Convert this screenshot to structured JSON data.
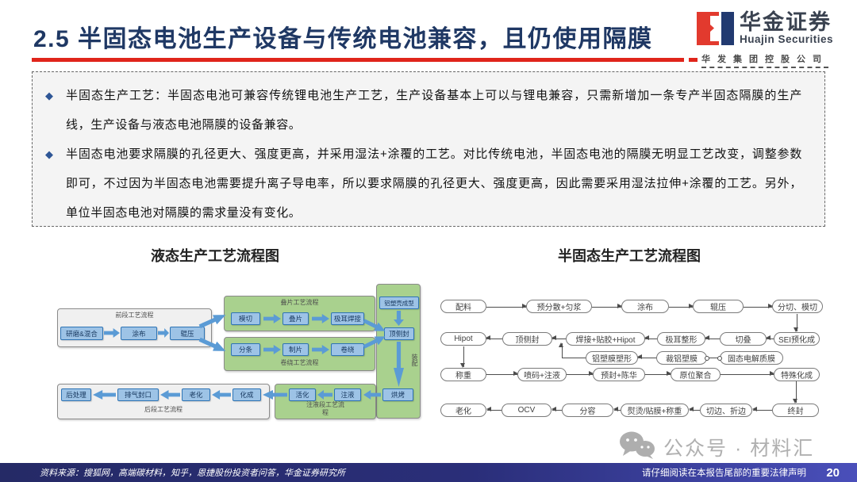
{
  "header": {
    "title": "2.5 半固态电池生产设备与传统电池兼容，且仍使用隔膜",
    "logo_cn": "华金证券",
    "logo_en": "Huajin Securities",
    "logo_sub": "华发集团控股公司"
  },
  "bullets": [
    "半固态生产工艺：半固态电池可兼容传统锂电池生产工艺，生产设备基本上可以与锂电兼容，只需新增加一条专产半固态隔膜的生产线，生产设备与液态电池隔膜的设备兼容。",
    "半固态电池要求隔膜的孔径更大、强度更高，并采用湿法+涂覆的工艺。对比传统电池，半固态电池的隔膜无明显工艺改变，调整参数即可，不过因为半固态电池需要提升离子导电率，所以要求隔膜的孔径更大、强度更高，因此需要采用湿法拉伸+涂覆的工艺。另外，单位半固态电池对隔膜的需求量没有变化。"
  ],
  "liquid_chart": {
    "title": "液态生产工艺流程图",
    "groups": {
      "front": "前段工艺流程",
      "stacking": "叠片工艺流程",
      "winding": "卷绕工艺流程",
      "injection": "注液段工艺流程",
      "back": "后段工艺流程",
      "assembly": "装配"
    },
    "nodes": {
      "mix": "研磨&混合",
      "coat": "涂布",
      "roll": "辊压",
      "diecut": "模切",
      "stack": "叠片",
      "tabweld": "极耳焊接",
      "slit": "分条",
      "sheet": "制片",
      "wind": "卷绕",
      "shell": "铝塑壳成型",
      "topseal": "顶侧封",
      "bake": "烘烤",
      "inject": "注液",
      "activate": "活化",
      "formation": "化成",
      "aging": "老化",
      "degas": "排气封口",
      "post": "后处理"
    }
  },
  "semisolid_chart": {
    "title": "半固态生产工艺流程图",
    "nodes": {
      "batching": "配料",
      "predisperse": "预分散+匀浆",
      "coating": "涂布",
      "rolling": "辊压",
      "slitting": "分切、模切",
      "sei": "SEI预化成",
      "cutstack": "切叠",
      "tabshape": "极耳整形",
      "weld": "焊接+贴胶+Hipot",
      "topseal": "顶侧封",
      "hipot": "Hipot",
      "pouchform": "铝塑膜塑形",
      "pouchcut": "裁铝塑膜",
      "ssmembrane": "固态电解质膜",
      "weigh": "称重",
      "inkjet": "喷码+注液",
      "preseal": "预封+陈华",
      "insitu": "原位聚合",
      "specialform": "特殊化成",
      "finalseal": "终封",
      "trim": "切边、折边",
      "iron": "熨烫/贴膜+称重",
      "grading": "分容",
      "ocv": "OCV",
      "aging": "老化"
    }
  },
  "watermark": {
    "label": "公众号 · 材料汇"
  },
  "footer": {
    "source": "资料来源：搜狐网，高端碳材料，知乎，恩捷股份投资者问答，华金证券研究所",
    "notice": "请仔细阅读在本报告尾部的重要法律声明",
    "page": "20"
  },
  "colors": {
    "accent_red": "#e0251b",
    "title_navy": "#1f3864",
    "node_blue_fill": "#9dc3e6",
    "node_blue_border": "#2e74b5",
    "arrow_blue": "#5b9bd5",
    "group_green": "#a9d18e",
    "group_gray": "#f0f0f0",
    "footer_navy": "#2a2e79",
    "watermark_gray": "#b0b0b0"
  }
}
